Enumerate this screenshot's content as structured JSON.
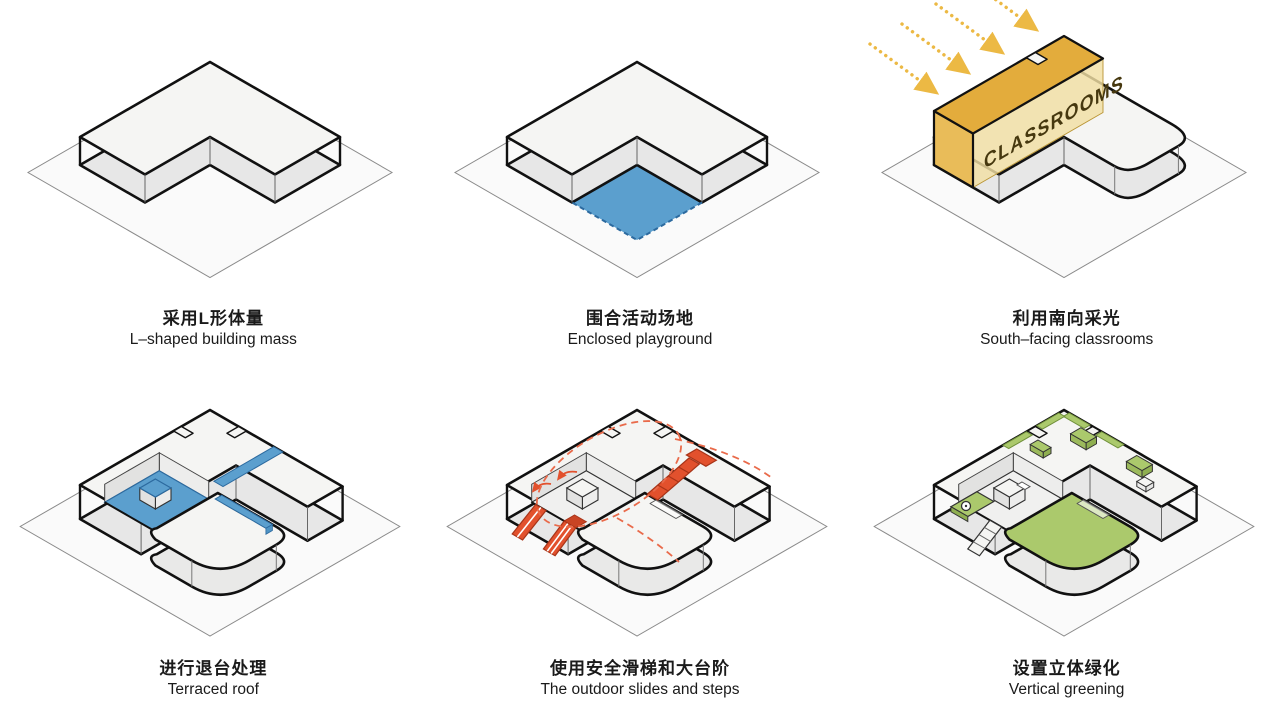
{
  "page": {
    "background": "#ffffff",
    "description_zh": "建筑生成分析图",
    "description_en": "Architectural concept diagrams"
  },
  "colors": {
    "roof_white": "#F5F5F3",
    "side_gray": "#E7E7E7",
    "ground": "#FAFAFA",
    "outline": "#111111",
    "blue": "#5B9FCE",
    "blue_dark": "#2C6A9F",
    "yellow": "#E3AC3C",
    "yellow_light": "#F2DFA4",
    "arrow_yellow": "#ECB944",
    "red": "#E2512D",
    "red_dash": "#E96A4A",
    "green": "#ABC96C",
    "green_dark": "#8FAF50"
  },
  "diagrams": [
    {
      "id": "l-shaped-mass",
      "title_zh": "采用L形体量",
      "title_en": "L–shaped building mass"
    },
    {
      "id": "enclosed-playground",
      "title_zh": "围合活动场地",
      "title_en": "Enclosed playground"
    },
    {
      "id": "south-facing-classrooms",
      "title_zh": "利用南向采光",
      "title_en": "South–facing classrooms",
      "label": "CLASSROOMS"
    },
    {
      "id": "terraced-roof",
      "title_zh": "进行退台处理",
      "title_en": "Terraced roof"
    },
    {
      "id": "outdoor-slides",
      "title_zh": "使用安全滑梯和大台阶",
      "title_en": "The outdoor slides and steps"
    },
    {
      "id": "vertical-greening",
      "title_zh": "设置立体绿化",
      "title_en": "Vertical greening"
    }
  ]
}
